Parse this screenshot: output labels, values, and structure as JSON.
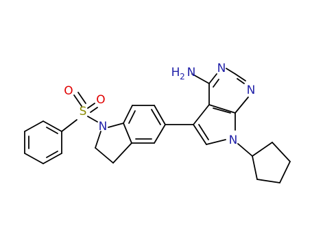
{
  "colors": {
    "background": "#ffffff",
    "bond": "#000000",
    "nitrogen": "#1f1fa8",
    "oxygen": "#e00000",
    "sulfur": "#8a8a00"
  },
  "atoms": {
    "amine": "NH2",
    "amine_main": "H",
    "amine_sub": "2",
    "amine_n": "N",
    "n_pyrimidine_top": "N",
    "n_pyrimidine_right": "N",
    "n_pyrrole": "N",
    "n_indoline": "N",
    "sulfur": "S",
    "oxygen_top": "O",
    "oxygen_right": "O"
  }
}
